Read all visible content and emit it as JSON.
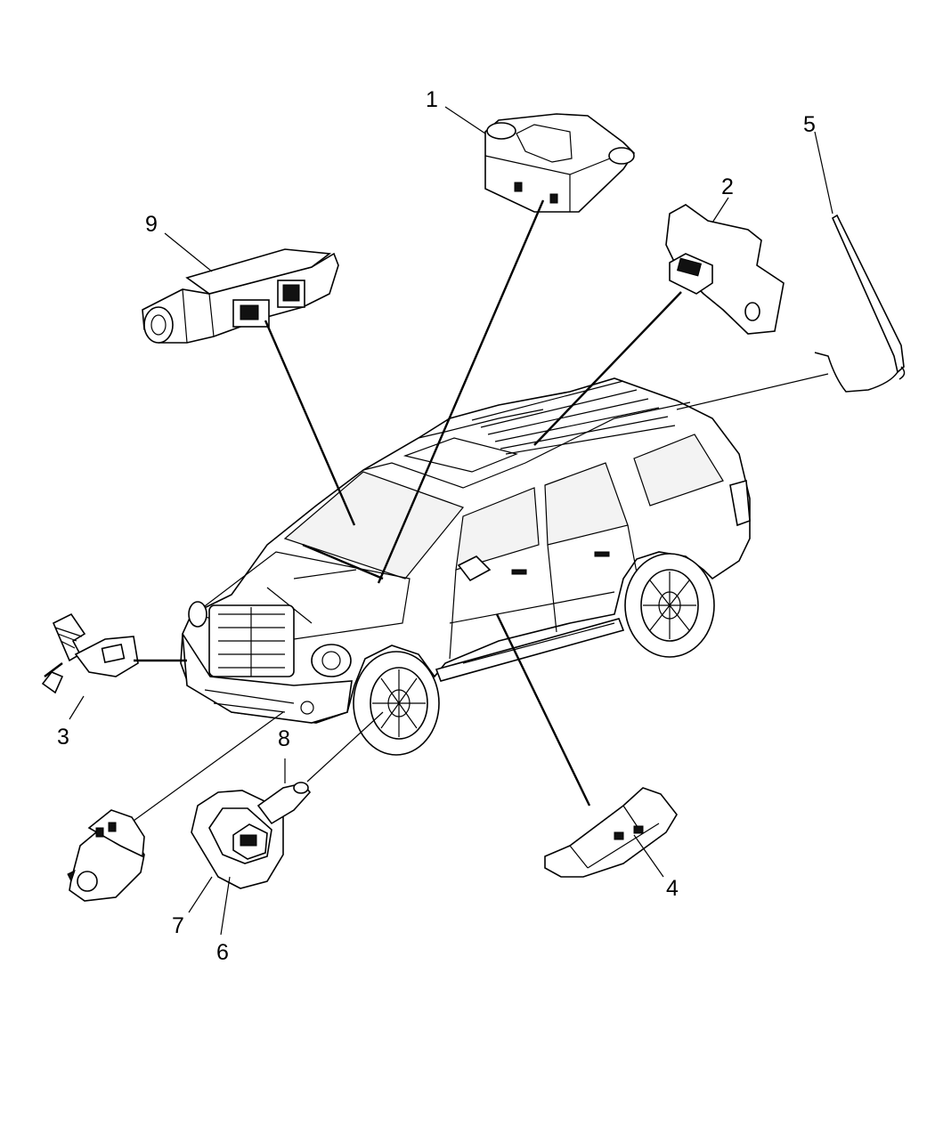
{
  "diagram": {
    "callouts": {
      "c1": "1",
      "c2": "2",
      "c3": "3",
      "c4": "4",
      "c5": "5",
      "c6": "6",
      "c7": "7",
      "c8": "8",
      "c9": "9"
    },
    "line_color": "#000000",
    "background_color": "#ffffff"
  }
}
